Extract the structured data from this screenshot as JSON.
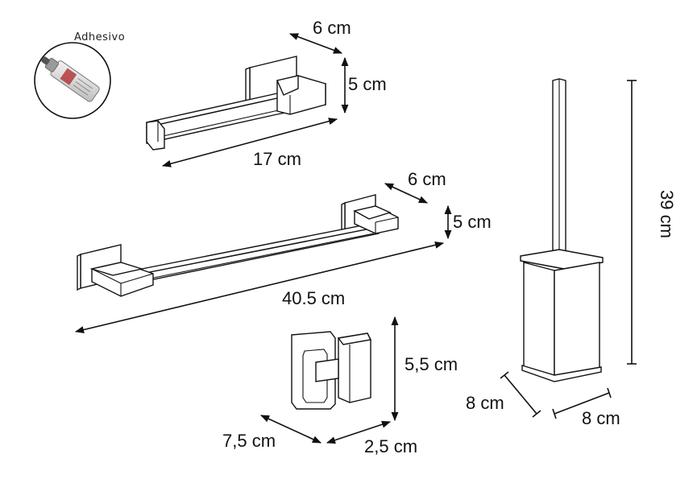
{
  "adhesive": {
    "label": "Adhesivo"
  },
  "paper_holder": {
    "depth": "6 cm",
    "height": "5 cm",
    "width": "17 cm"
  },
  "towel_bar": {
    "depth": "6 cm",
    "height": "5 cm",
    "width": "40.5 cm"
  },
  "hook": {
    "height": "5,5 cm",
    "width": "7,5 cm",
    "depth": "2,5 cm"
  },
  "brush_holder": {
    "height": "39 cm",
    "width": "8 cm",
    "depth": "8 cm"
  },
  "colors": {
    "line": "#111111",
    "background": "#ffffff"
  }
}
